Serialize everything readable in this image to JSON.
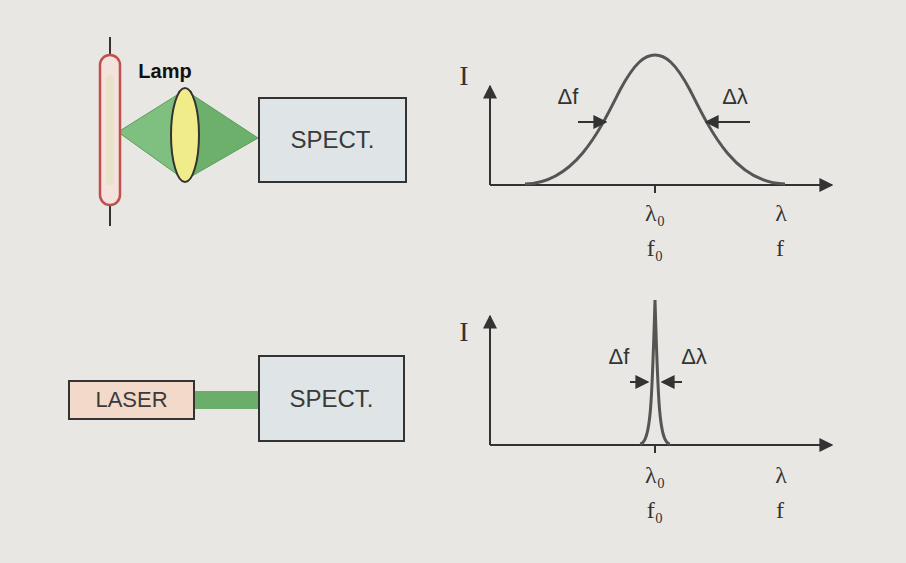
{
  "diagram": {
    "nodes": [
      {
        "text": [
          "SPECT."
        ]
      },
      {
        "text": [
          "LASER"
        ]
      },
      {
        "text": [
          "SPECT."
        ]
      }
    ],
    "edges": [
      {
        "from": 1,
        "to": 2,
        "arrow": "none"
      }
    ],
    "labels": [
      "Lamp",
      "I",
      "Δf",
      "Δλ",
      "λ₀",
      "f₀",
      "λ",
      "f",
      "I",
      "Δf",
      "Δλ",
      "λ₀",
      "f₀",
      "λ",
      "f"
    ]
  }
}
